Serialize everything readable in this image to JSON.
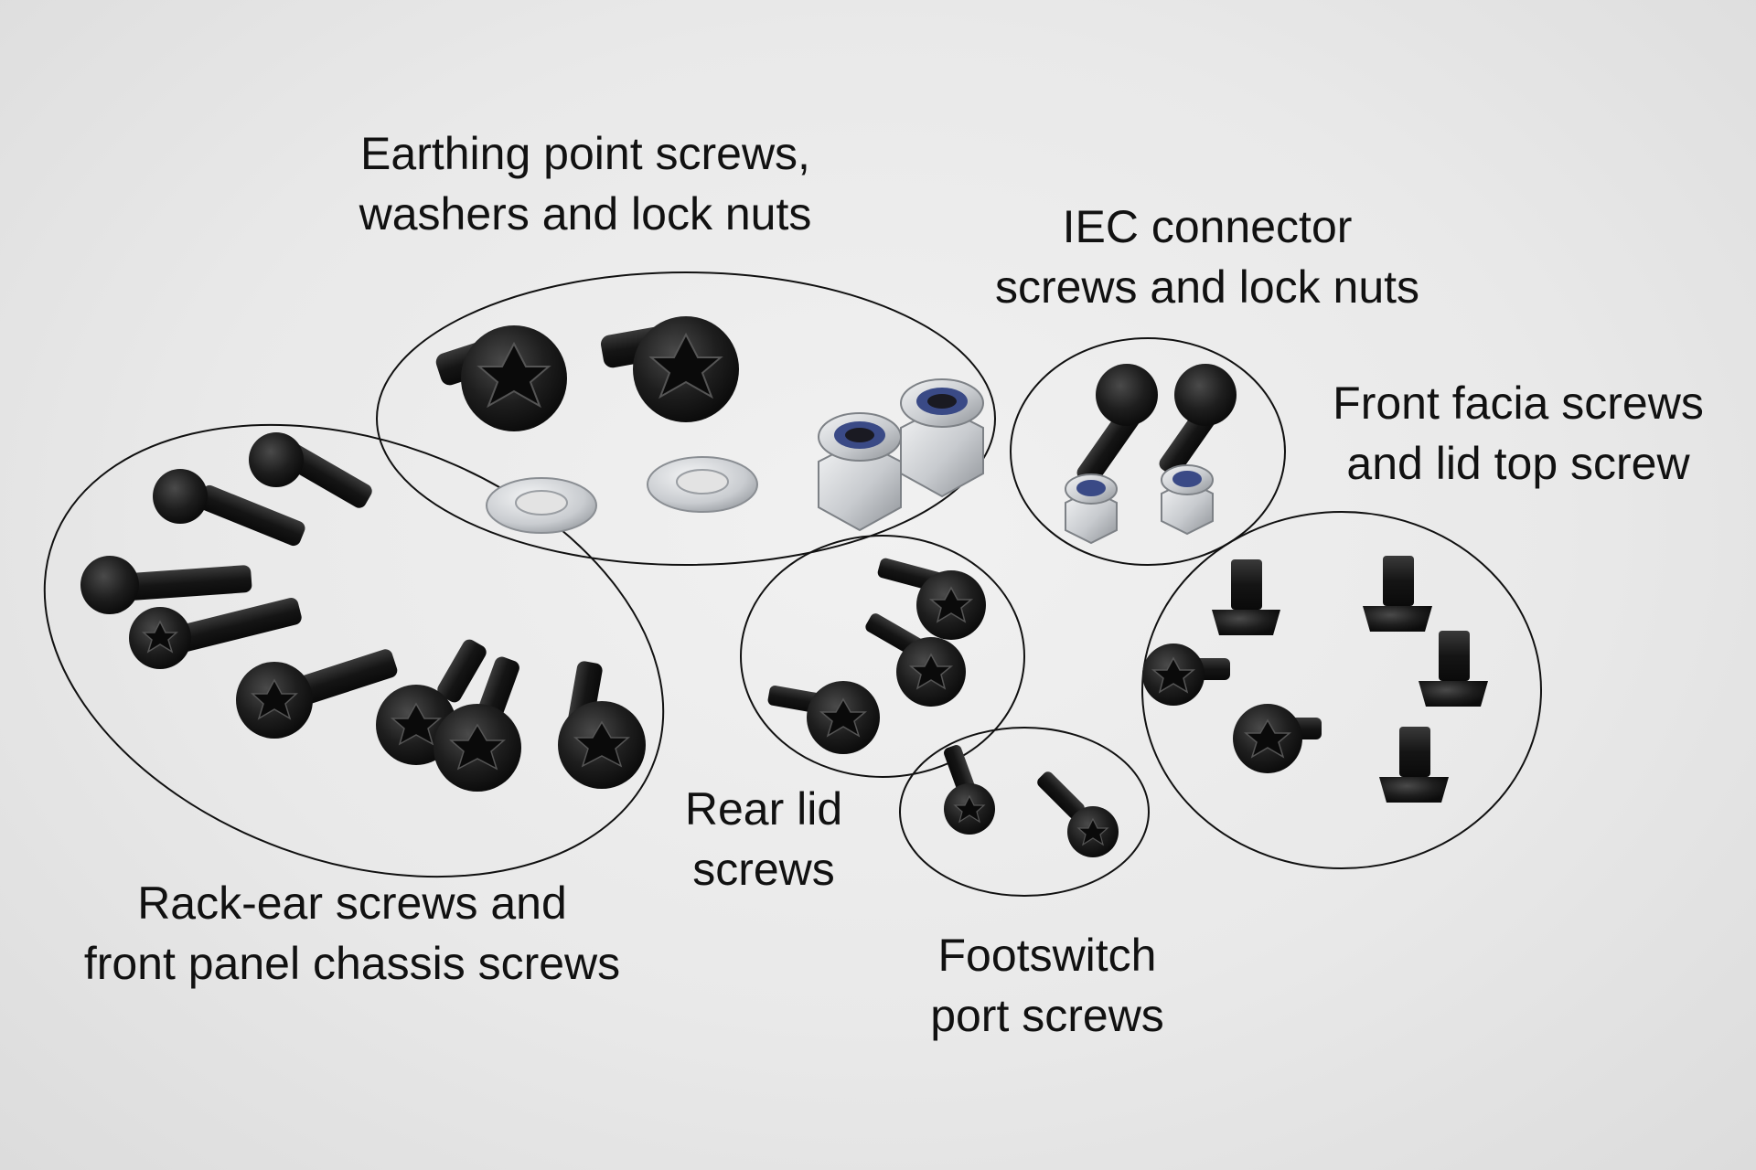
{
  "labels": {
    "earthing": {
      "line1": "Earthing point screws,",
      "line2": "washers and lock nuts"
    },
    "iec": {
      "line1": "IEC connector",
      "line2": "screws and lock nuts"
    },
    "front_facia": {
      "line1": "Front facia screws",
      "line2": "and lid top screw"
    },
    "rack_ear": {
      "line1": "Rack-ear screws and",
      "line2": "front panel chassis screws"
    },
    "rear_lid": {
      "line1": "Rear lid",
      "line2": "screws"
    },
    "footswitch": {
      "line1": "Footswitch",
      "line2": "port screws"
    }
  },
  "colors": {
    "background": "#ececec",
    "screw": "#1b1b1b",
    "nut": "#d8dadc",
    "nylon_insert": "#3a4a86",
    "outline": "#111111"
  }
}
